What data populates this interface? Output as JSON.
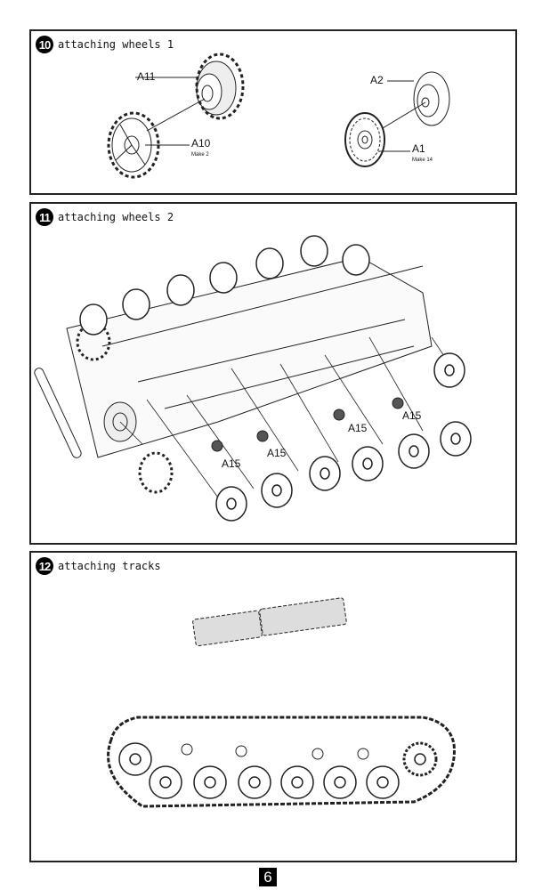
{
  "steps": [
    {
      "number": "10",
      "title": "attaching wheels 1",
      "parts": {
        "a11": "A11",
        "a10": "A10",
        "a10_note": "Make 2",
        "a2": "A2",
        "a1": "A1",
        "a1_note": "Make 14"
      }
    },
    {
      "number": "11",
      "title": "attaching wheels 2",
      "parts": {
        "a15_1": "A15",
        "a15_2": "A15",
        "a15_3": "A15",
        "a15_4": "A15"
      }
    },
    {
      "number": "12",
      "title": "attaching tracks"
    }
  ],
  "page_number": "6"
}
